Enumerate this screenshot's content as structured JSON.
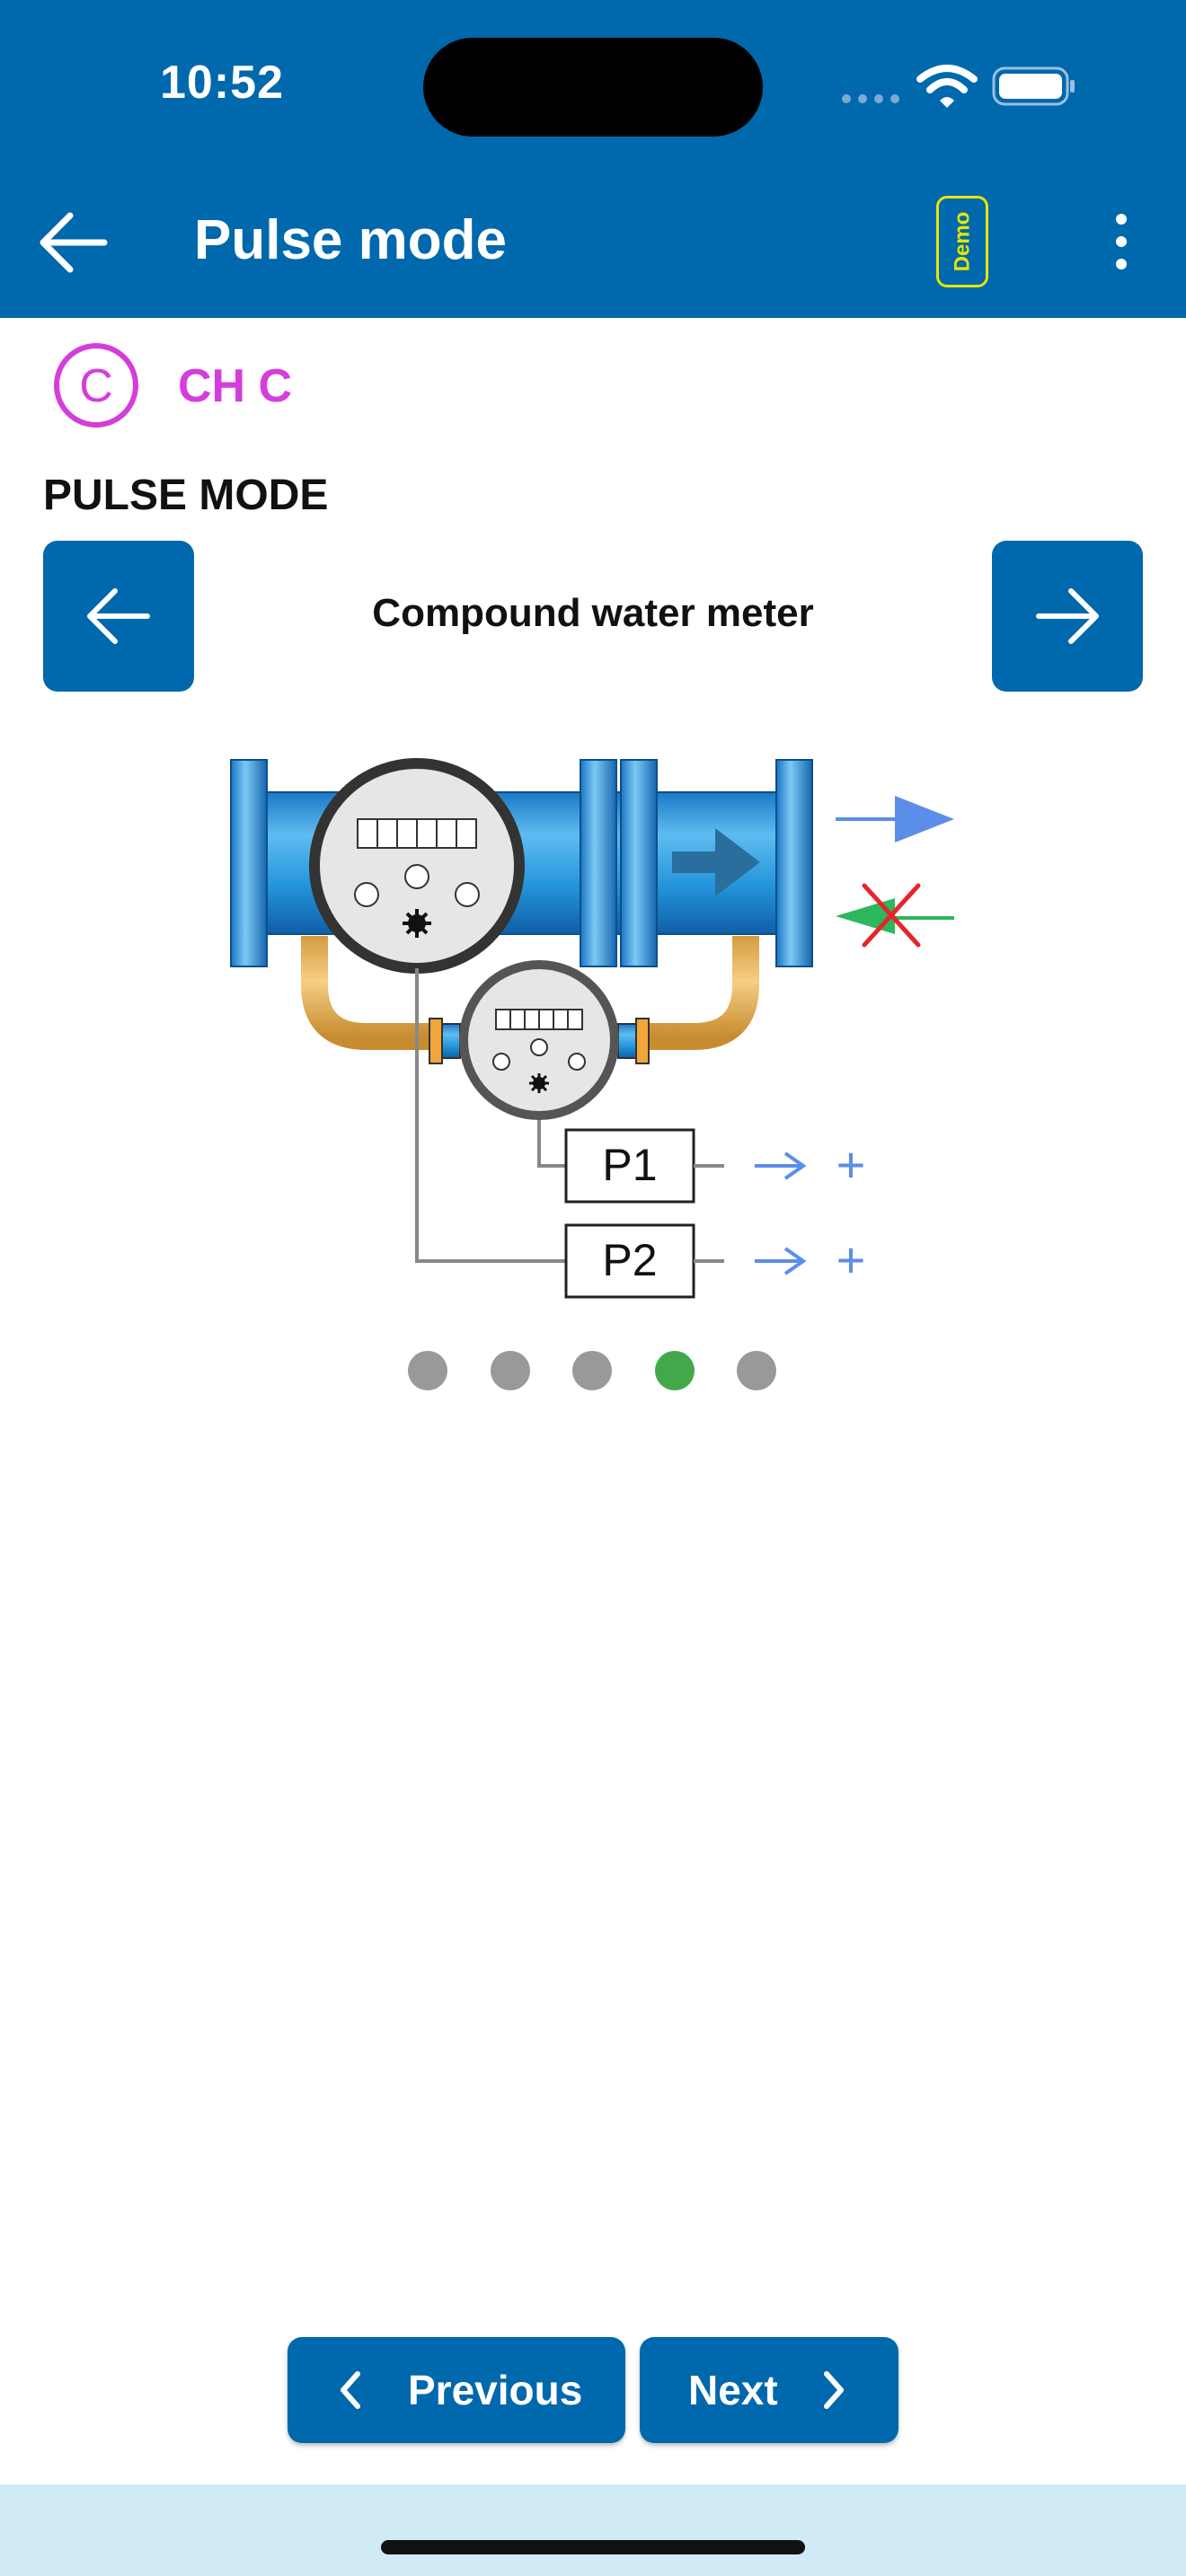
{
  "status_bar": {
    "time": "10:52"
  },
  "header": {
    "title": "Pulse mode",
    "demo_badge": "Demo",
    "back_icon": "arrow-left-icon",
    "menu_icon": "more-vertical-icon"
  },
  "channel": {
    "letter": "C",
    "label": "CH C",
    "color": "#d53ddb"
  },
  "section": {
    "title": "PULSE MODE"
  },
  "carousel": {
    "title": "Compound water meter",
    "prev_icon": "arrow-left-icon",
    "next_icon": "arrow-right-icon",
    "page_count": 5,
    "active_index": 3,
    "diagram": {
      "outputs": [
        {
          "label": "P1",
          "sign": "+"
        },
        {
          "label": "P2",
          "sign": "+"
        }
      ],
      "flow_icons": [
        "forward-flow-arrow-icon",
        "reverse-flow-blocked-icon"
      ]
    }
  },
  "footer": {
    "previous_label": "Previous",
    "next_label": "Next"
  },
  "colors": {
    "primary": "#0068ac",
    "active_dot": "#43a84a",
    "inactive_dot": "#999999",
    "bottom_bar": "#d0ebf6",
    "demo_accent": "#e6e600"
  }
}
